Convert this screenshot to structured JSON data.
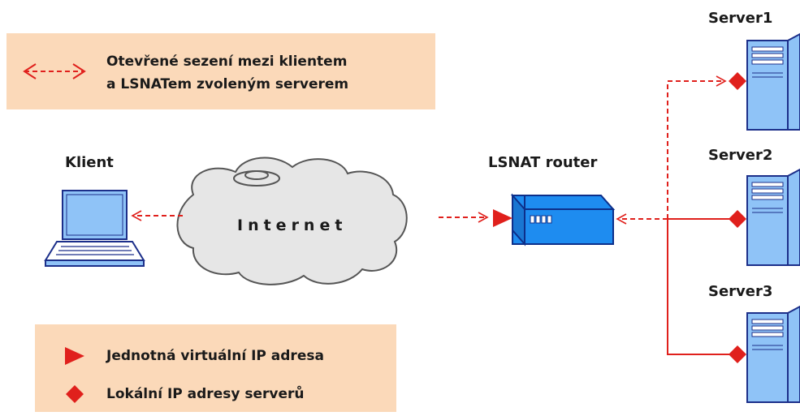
{
  "legend_top": {
    "line1": "Otevřené sezení mezi klientem",
    "line2": "a LSNATem zvoleným serverem"
  },
  "legend_bottom": {
    "virtual_ip": "Jednotná virtuální IP adresa",
    "local_ip": "Lokální IP adresy serverů"
  },
  "nodes": {
    "client": "Klient",
    "internet": "Internet",
    "router": "LSNAT router",
    "server1": "Server1",
    "server2": "Server2",
    "server3": "Server3"
  },
  "colors": {
    "accent_red": "#e0201c",
    "device_blue": "#8fc3f7",
    "device_dark": "#1c2f8a",
    "router_blue": "#1e8cf0",
    "legend_bg": "#fbd9b9",
    "cloud": "#e6e6e6"
  }
}
